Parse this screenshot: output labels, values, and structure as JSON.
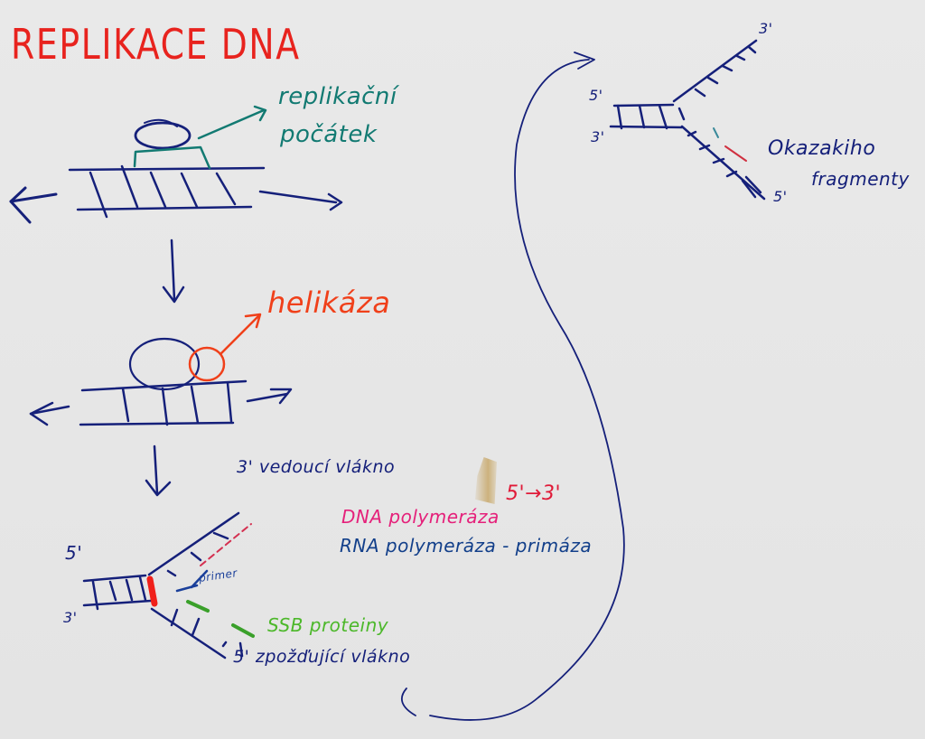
{
  "title": "REPLIKACE DNA",
  "colors": {
    "background": "#e6e6e6",
    "title_red": "#e8231e",
    "dna_navy": "#15207a",
    "origin_teal": "#127a72",
    "helicase_orange": "#f0401a",
    "polymerase_pink": "#e5207a",
    "direction_red": "#e01a38",
    "primase_blue": "#123f8a",
    "ssb_green": "#4cb82a"
  },
  "step1": {
    "label_line1": "replikační",
    "label_line2": "počátek"
  },
  "step2": {
    "label": "helikáza"
  },
  "step3": {
    "end_5": "5'",
    "end_3": "3'",
    "leading_strand": "3' vedoucí vlákno",
    "dna_polymerase": "DNA polymeráza",
    "direction": "5'→3'",
    "rna_polymerase": "RNA polymeráza - primáza",
    "primer": "primer",
    "ssb": "SSB proteiny",
    "lagging_strand": "5' zpožďující vlákno"
  },
  "step4": {
    "end_top_3": "3'",
    "end_left_5": "5'",
    "end_left_3": "3'",
    "end_bottom_5": "5'",
    "okazaki_line1": "Okazakiho",
    "okazaki_line2": "fragmenty"
  }
}
